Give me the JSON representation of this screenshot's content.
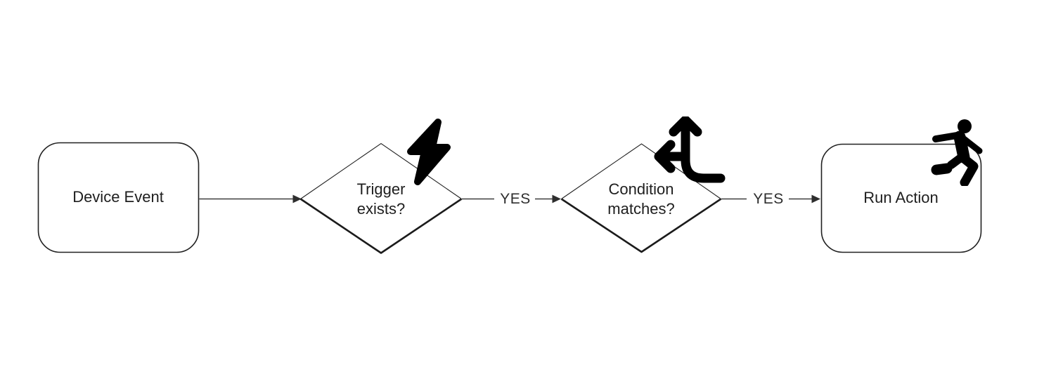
{
  "diagram": {
    "background_color": "#ffffff",
    "shape_stroke_color": "#212121",
    "connector_color": "#3d3d3d",
    "text_color": "#1e1e1e",
    "icon_color": "#000000",
    "nodes": [
      {
        "id": "device-event",
        "shape": "rounded-rectangle",
        "label": "Device Event"
      },
      {
        "id": "trigger-exists",
        "shape": "diamond",
        "label": "Trigger\nexists?",
        "icon": "lightning-bolt-icon"
      },
      {
        "id": "condition-matches",
        "shape": "diamond",
        "label": "Condition\nmatches?",
        "icon": "split-arrows-icon"
      },
      {
        "id": "run-action",
        "shape": "rounded-rectangle",
        "label": "Run Action",
        "icon": "running-person-icon"
      }
    ],
    "edges": [
      {
        "from": "device-event",
        "to": "trigger-exists",
        "label": ""
      },
      {
        "from": "trigger-exists",
        "to": "condition-matches",
        "label": "YES"
      },
      {
        "from": "condition-matches",
        "to": "run-action",
        "label": "YES"
      }
    ]
  }
}
